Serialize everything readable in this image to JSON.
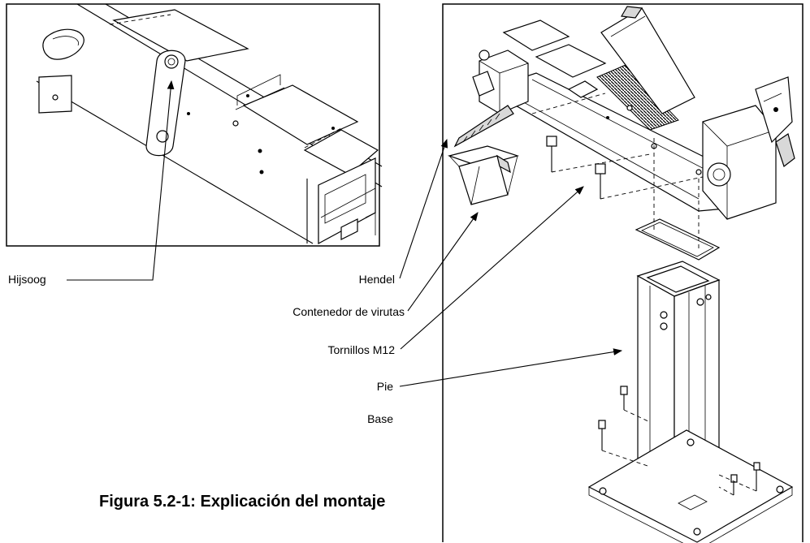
{
  "labels": {
    "hijsoog": "Hijsoog",
    "hendel": "Hendel",
    "contenedor": "Contenedor de virutas",
    "tornillos": "Tornillos M12",
    "pie": "Pie",
    "base": "Base"
  },
  "caption": "Figura 5.2-1: Explicación del montaje"
}
